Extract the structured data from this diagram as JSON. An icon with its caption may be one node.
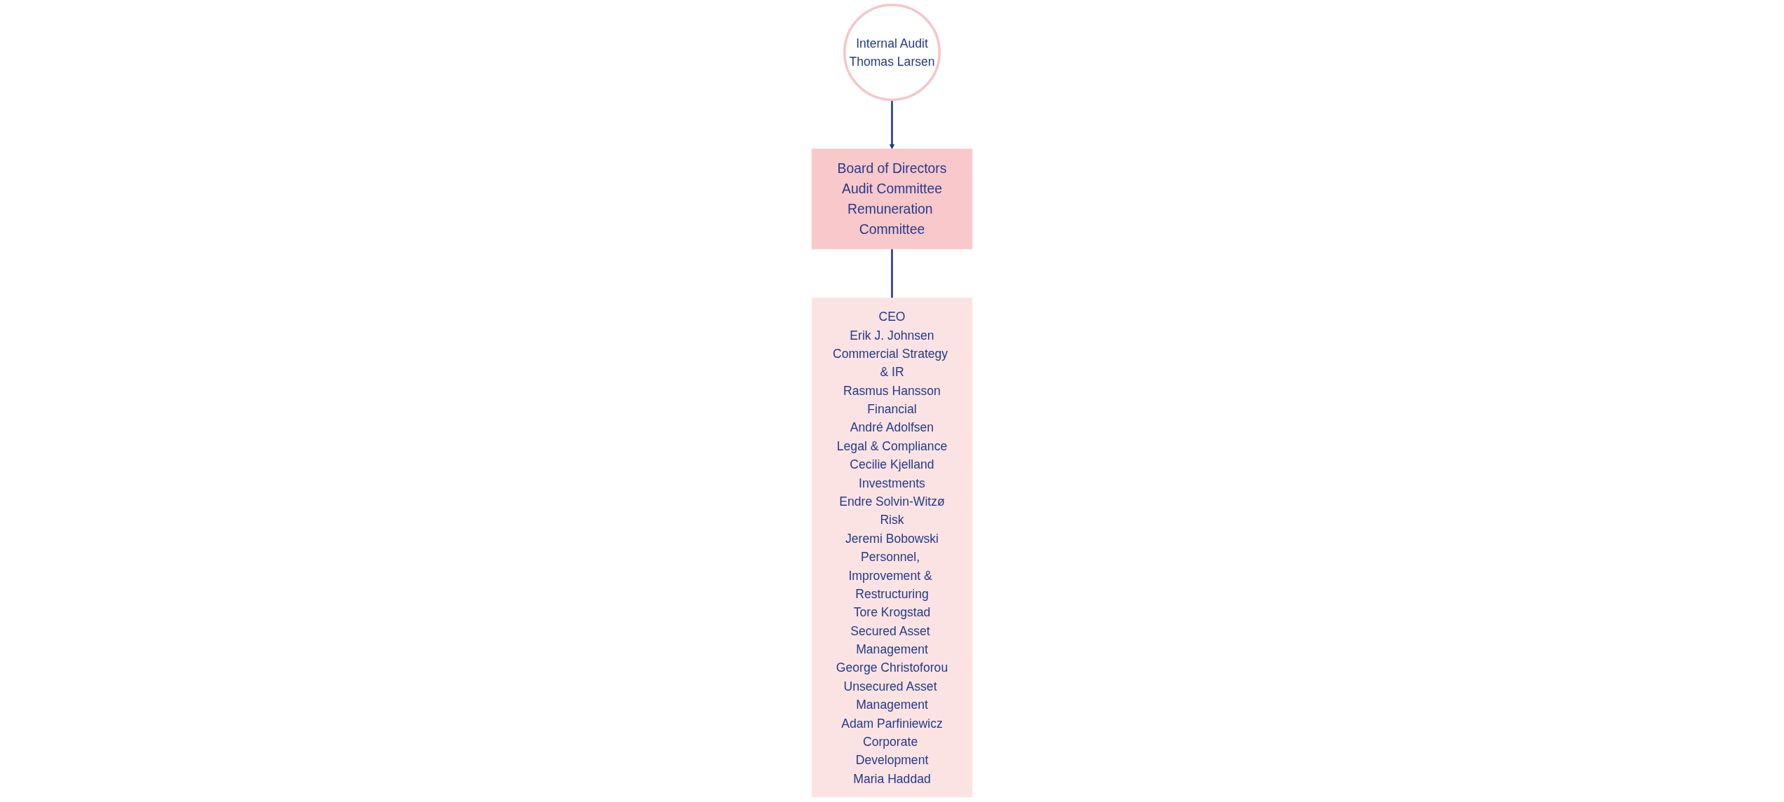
{
  "diagram": {
    "nodes": [
      {
        "text": [
          "Board of Directors",
          "Audit Committee",
          "Remuneration Committee"
        ]
      },
      {
        "text": [
          "CEO",
          "Erik J. Johnsen",
          "Commercial Strategy & IR",
          "Rasmus Hansson",
          "Financial",
          "André Adolfsen",
          "Legal & Compliance",
          "Cecilie Kjelland",
          "Investments",
          "Endre Solvin-Witzø",
          "Risk",
          "Jeremi Bobowski",
          "Personnel, Improvement & Restructuring",
          "Tore Krogstad",
          "Secured Asset Management",
          "George Christoforou",
          "Unsecured Asset Management",
          "Adam Parfiniewicz",
          "Corporate Development",
          "Maria Haddad"
        ]
      },
      {
        "text": [
          "Internal Audit",
          "Thomas Larsen"
        ]
      }
    ],
    "edges": [
      {
        "from": 0,
        "to": 1,
        "arrow": "none"
      },
      {
        "from": 2,
        "to": 0,
        "arrow": "to"
      }
    ]
  }
}
